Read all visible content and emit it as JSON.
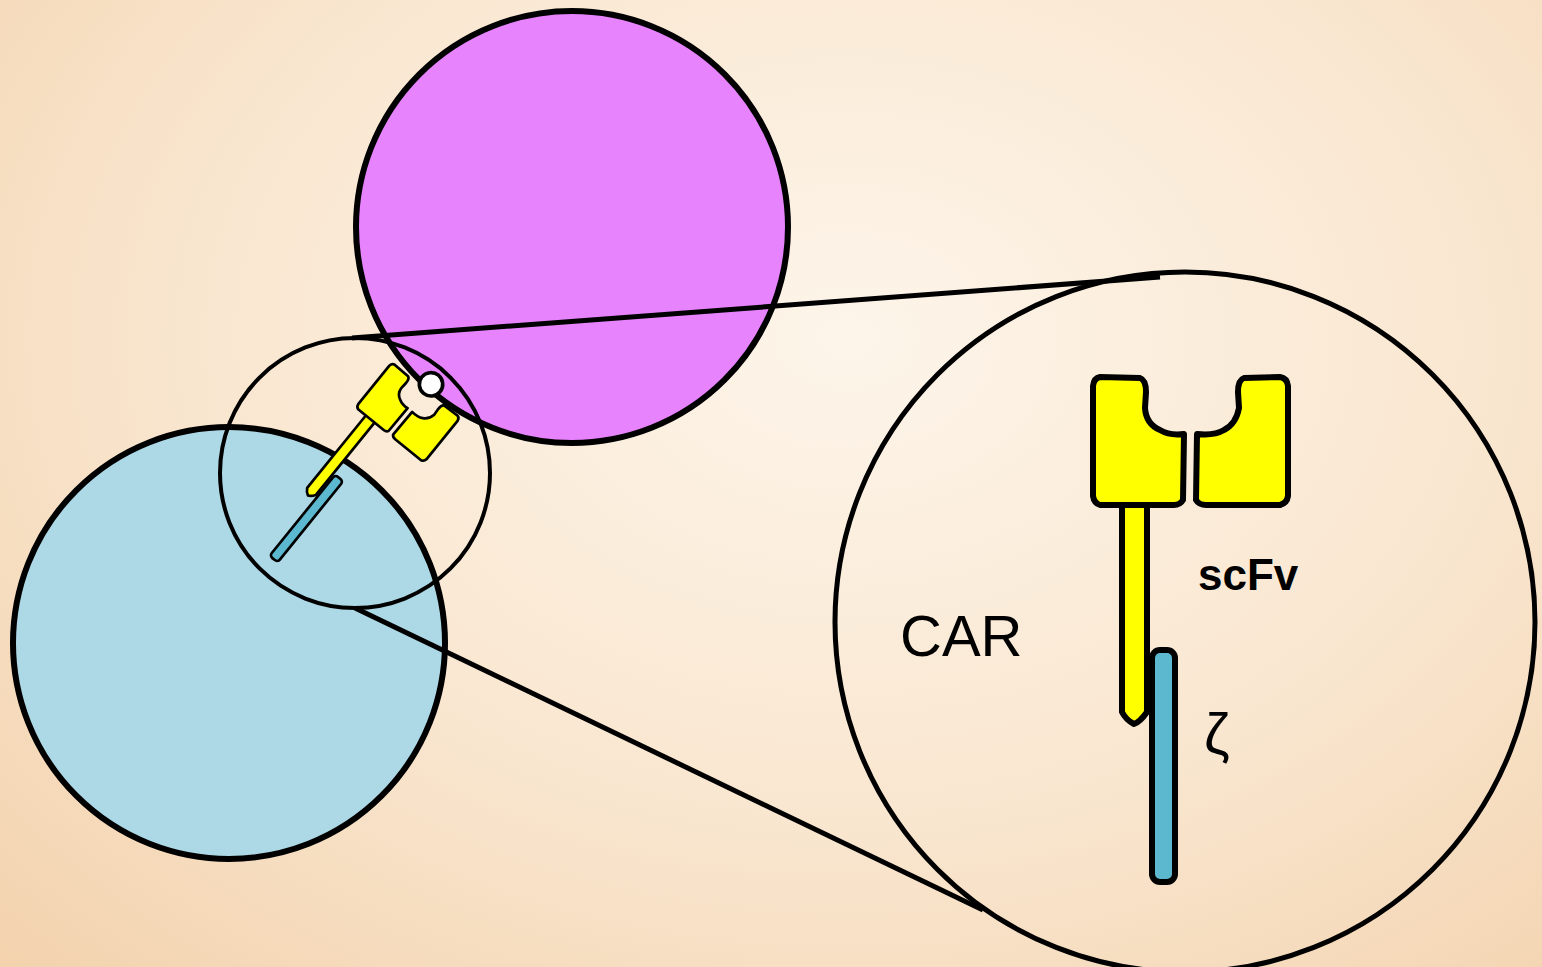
{
  "diagram": {
    "labels": [
      "CAR",
      "scFv",
      "ζ"
    ]
  }
}
